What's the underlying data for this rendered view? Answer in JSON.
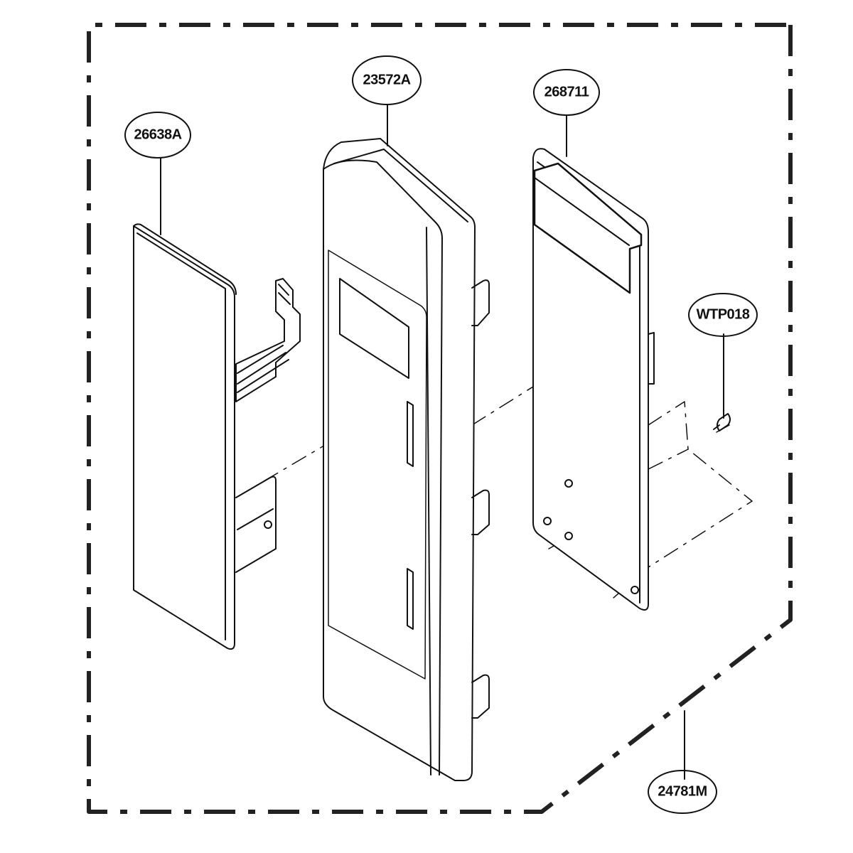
{
  "diagram": {
    "parts": {
      "knob_cover": "26638A",
      "control_panel": "23572A",
      "pcb_assembly": "268711",
      "screw": "WTP018",
      "panel_assembly": "24781M"
    },
    "colors": {
      "line": "#111111",
      "dash": "#222222",
      "background": "#ffffff"
    }
  }
}
